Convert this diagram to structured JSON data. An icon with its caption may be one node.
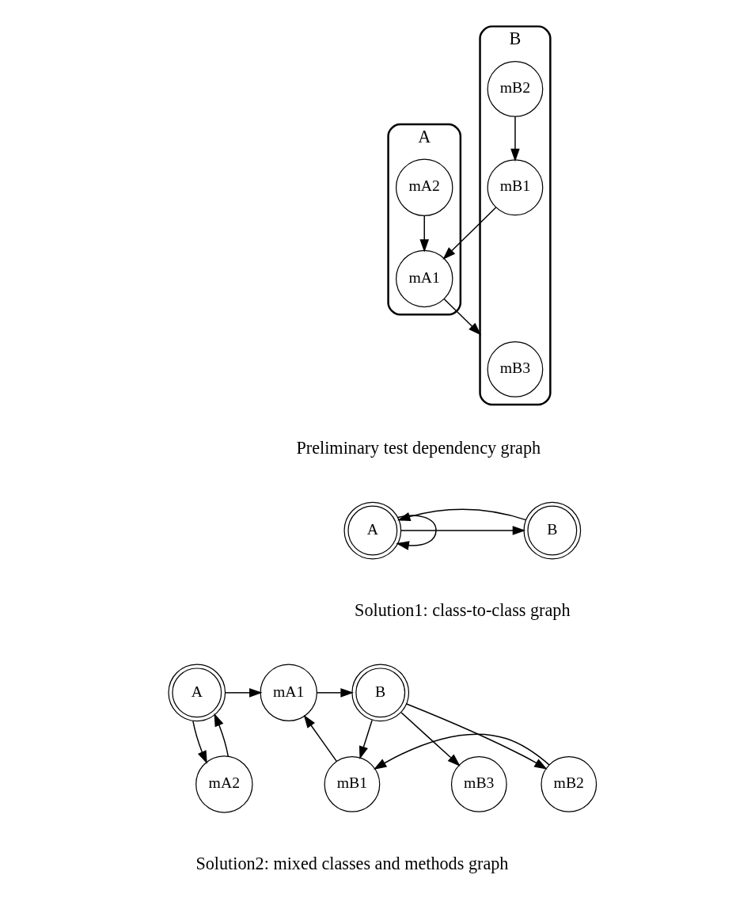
{
  "diagram": {
    "nodes": [
      {
        "text": [
          "A"
        ]
      },
      {
        "text": [
          "mA1"
        ],
        "in": 0
      },
      {
        "text": [
          "mA2"
        ],
        "in": 0
      },
      {
        "text": [
          "B"
        ]
      },
      {
        "text": [
          "mB1"
        ],
        "in": 3
      },
      {
        "text": [
          "mB2"
        ],
        "in": 3
      },
      {
        "text": [
          "mB3"
        ],
        "in": 3
      },
      {
        "text": [
          "A"
        ]
      },
      {
        "text": [
          "B"
        ]
      },
      {
        "text": [
          "A"
        ]
      },
      {
        "text": [
          "mA1"
        ]
      },
      {
        "text": [
          "B"
        ]
      },
      {
        "text": [
          "mA2"
        ]
      },
      {
        "text": [
          "mB1"
        ]
      },
      {
        "text": [
          "mB2"
        ]
      },
      {
        "text": [
          "mB3"
        ]
      }
    ],
    "edges": [
      {
        "from": 4,
        "to": 1,
        "arrow": "to"
      },
      {
        "from": 1,
        "to": 3,
        "arrow": "to"
      },
      {
        "from": 5,
        "to": 4,
        "arrow": "to"
      },
      {
        "from": 2,
        "to": 0,
        "arrow": "to"
      },
      {
        "from": 7,
        "to": 8,
        "arrow": "to"
      },
      {
        "from": 8,
        "to": 7,
        "arrow": "to"
      },
      {
        "from": 7,
        "to": 7,
        "arrow": "to"
      },
      {
        "from": 9,
        "to": 10,
        "arrow": "to"
      },
      {
        "from": 10,
        "to": 11,
        "arrow": "to"
      },
      {
        "from": 9,
        "to": 12,
        "arrow": "to"
      },
      {
        "from": 12,
        "to": 9,
        "arrow": "to"
      },
      {
        "from": 11,
        "to": 13,
        "arrow": "to"
      },
      {
        "from": 11,
        "to": 14,
        "arrow": "to"
      },
      {
        "from": 11,
        "to": 15,
        "arrow": "to"
      },
      {
        "from": 14,
        "to": 13,
        "arrow": "to"
      },
      {
        "from": 13,
        "to": 10,
        "arrow": "to"
      }
    ],
    "labels": [
      "Preliminary test dependency graph",
      "Solution1: class-to-class graph",
      "Solution2: mixed classes and methods graph"
    ]
  }
}
